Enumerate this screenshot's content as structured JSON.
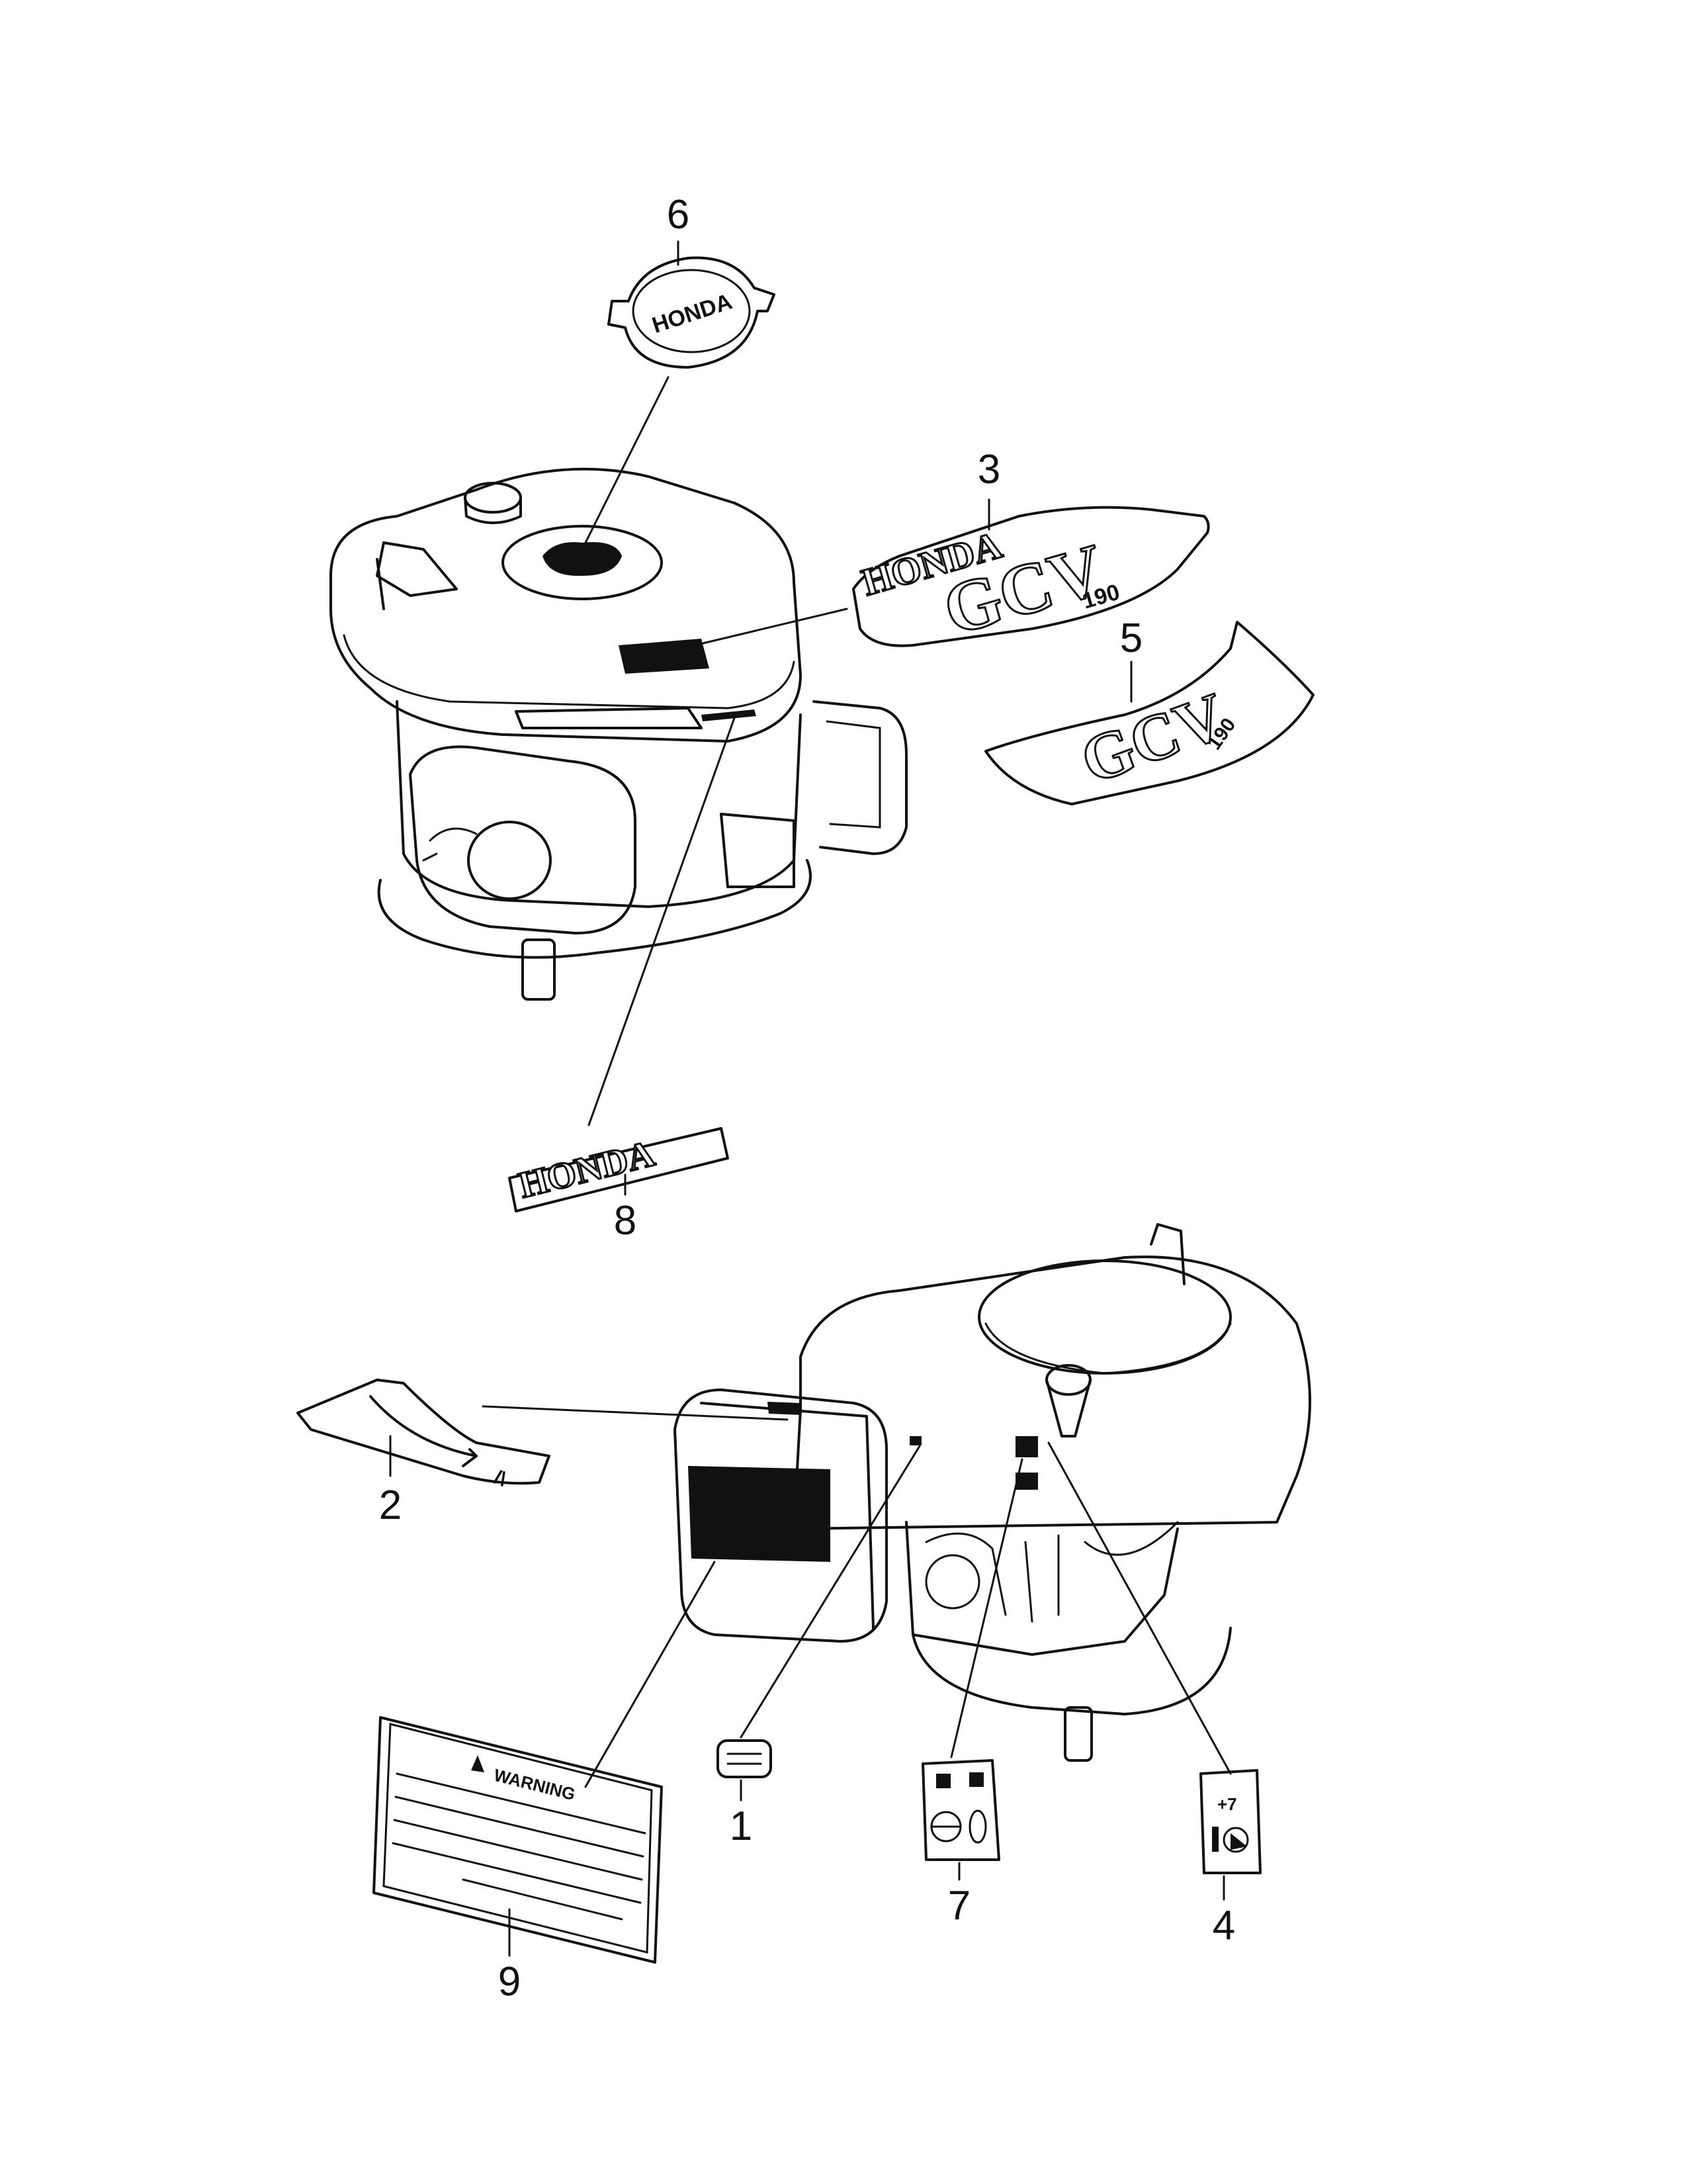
{
  "callouts": {
    "c1": "1",
    "c2": "2",
    "c3": "3",
    "c4": "4",
    "c5": "5",
    "c6": "6",
    "c7": "7",
    "c8": "8",
    "c9": "9"
  },
  "decals": {
    "brand": "HONDA",
    "model": "GCV",
    "displacement": "190",
    "warning": "WARNING"
  },
  "colors": {
    "ink": "#111111",
    "paper": "#ffffff"
  }
}
